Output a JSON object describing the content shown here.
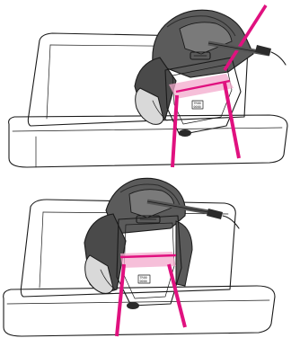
{
  "figure": {
    "description_free": true,
    "panels": [
      {
        "id": "top",
        "label_tag_line1": "",
        "label_tag_line2": ""
      },
      {
        "id": "bottom",
        "label_tag_line1": "",
        "label_tag_line2": ""
      }
    ]
  },
  "colors": {
    "strap": "#e0117f",
    "strap_light": "#f3a9cc",
    "seat_shell": "#5a5a5a",
    "seat_shell_dark": "#3a3a3a",
    "line": "#1a1a1a",
    "background": "#ffffff"
  },
  "icons": [
    "vehicle-seat",
    "child-car-seat",
    "seat-belt",
    "belt-buckle",
    "strap-guide"
  ]
}
